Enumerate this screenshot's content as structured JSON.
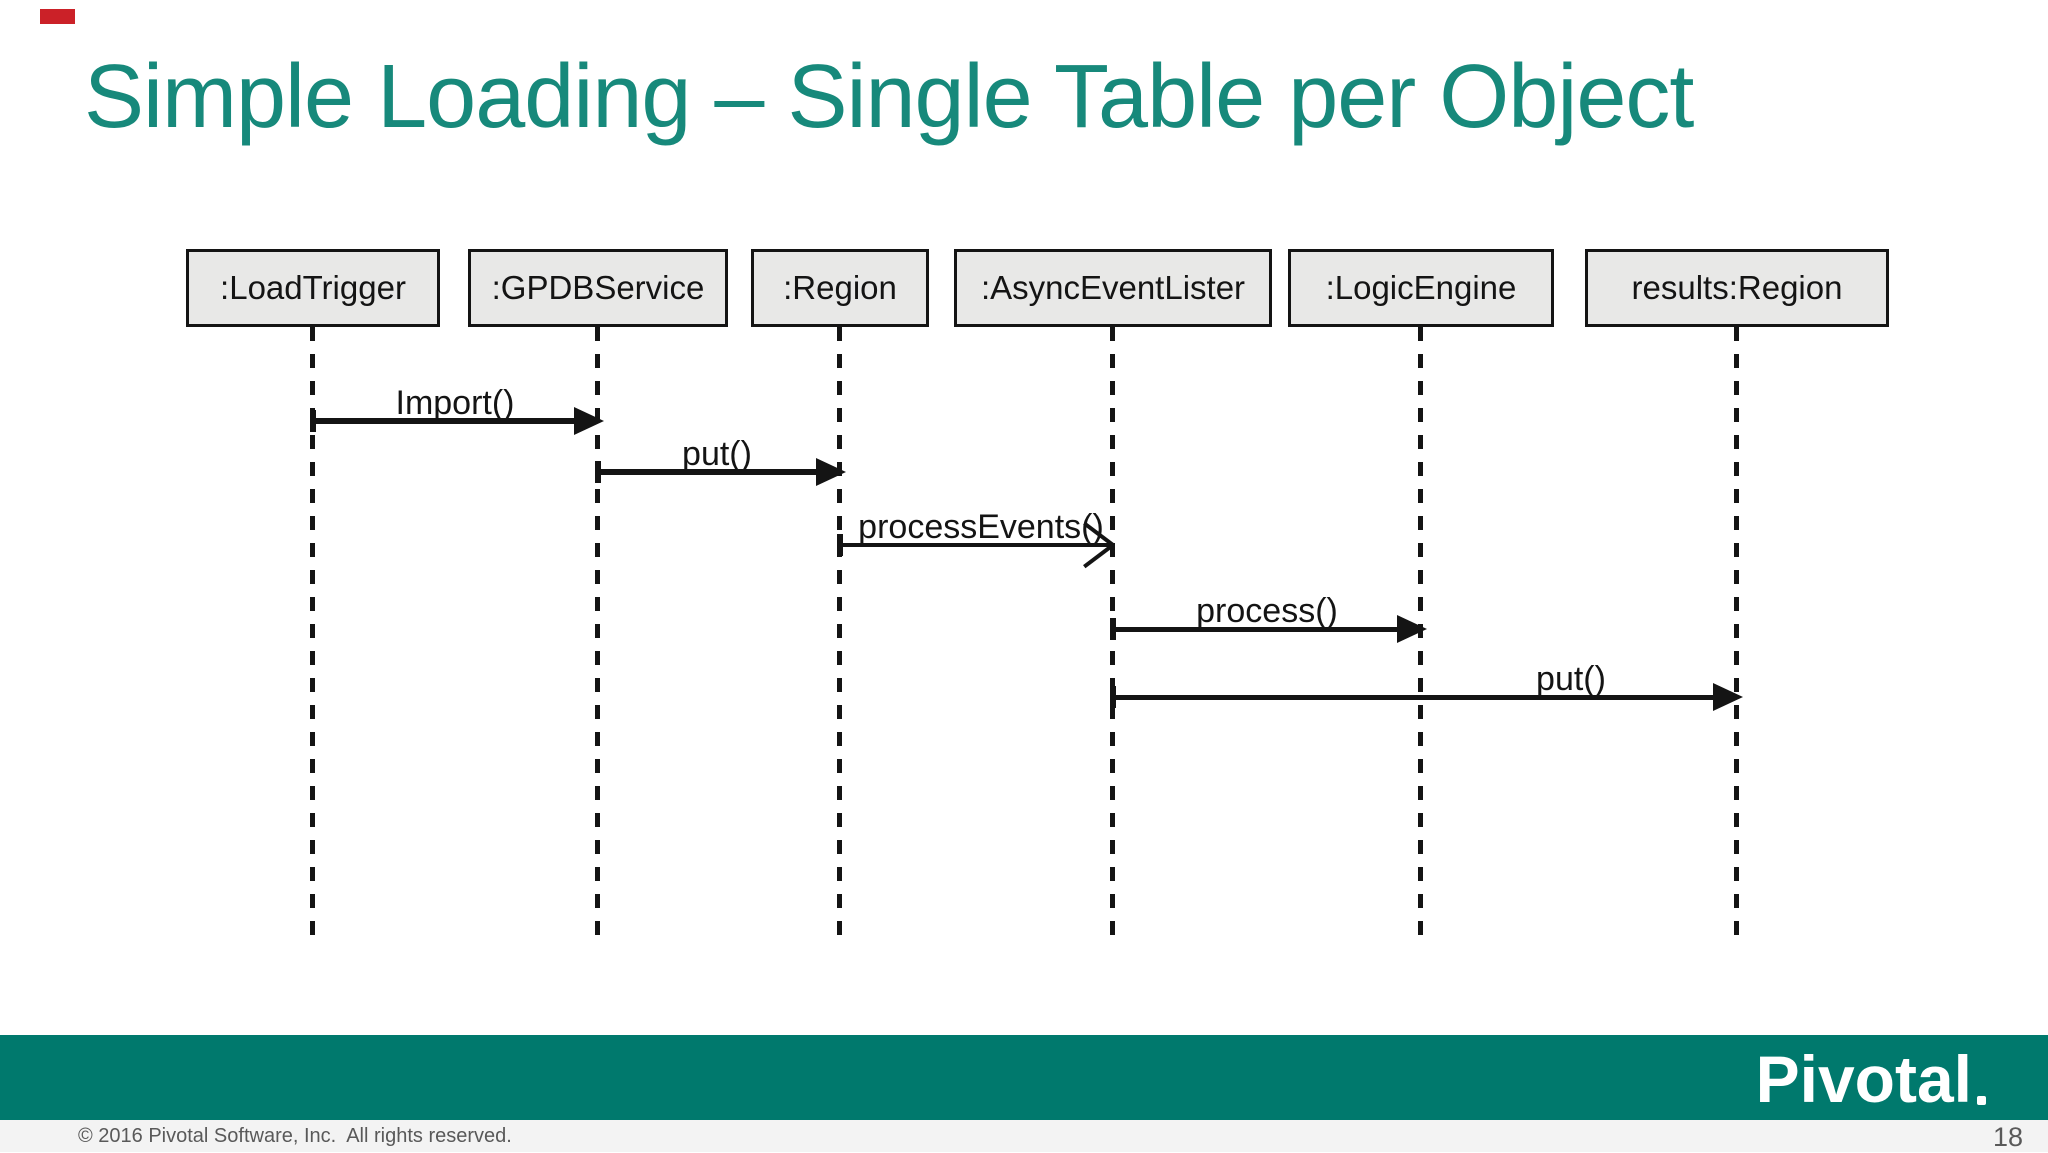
{
  "slide": {
    "title": "Simple Loading – Single Table per Object",
    "kind": "sequence-diagram"
  },
  "diagram": {
    "lifelines": [
      {
        "label": ":LoadTrigger"
      },
      {
        "label": ":GPDBService"
      },
      {
        "label": ":Region"
      },
      {
        "label": ":AsyncEventLister"
      },
      {
        "label": ":LogicEngine"
      },
      {
        "label": "results:Region"
      }
    ],
    "messages": [
      {
        "label": "Import()",
        "from": ":LoadTrigger",
        "to": ":GPDBService",
        "arrowhead": "solid"
      },
      {
        "label": "put()",
        "from": ":GPDBService",
        "to": ":Region",
        "arrowhead": "solid"
      },
      {
        "label": "processEvents()",
        "from": ":Region",
        "to": ":AsyncEventLister",
        "arrowhead": "open"
      },
      {
        "label": "process()",
        "from": ":AsyncEventLister",
        "to": ":LogicEngine",
        "arrowhead": "solid"
      },
      {
        "label": "put()",
        "from": ":AsyncEventLister",
        "to": "results:Region",
        "arrowhead": "solid"
      }
    ]
  },
  "footer": {
    "logo_text": "Pivotal",
    "copyright": "© 2016 Pivotal Software, Inc.  All rights reserved.",
    "page_number": "18"
  },
  "colors": {
    "title_teal": "#17897B",
    "footer_bar_teal": "#00796D",
    "box_fill": "#E8E8E7",
    "ink": "#141414",
    "footer_text_gray": "#595959",
    "marker_red": "#CB2128"
  }
}
